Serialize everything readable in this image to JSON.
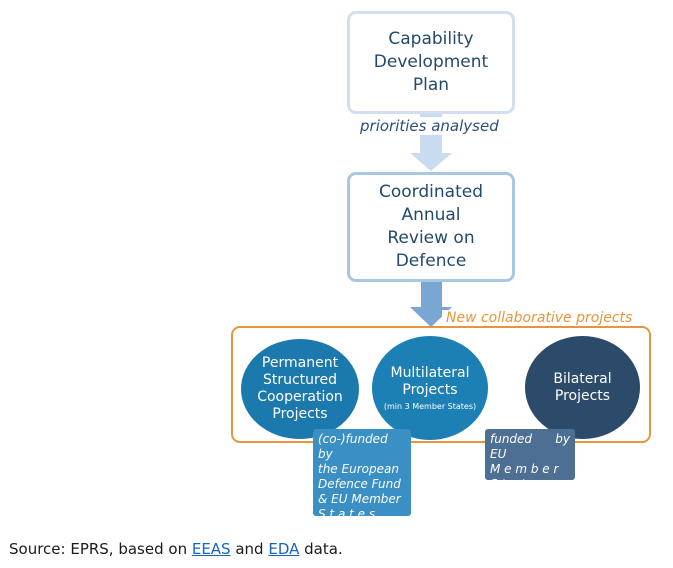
{
  "boxes": {
    "cdp": "Capability\nDevelopment\nPlan",
    "card": "Coordinated\nAnnual\nReview on\nDefence"
  },
  "arrow_labels": {
    "priorities": "priorities analysed",
    "new_projects": "New collaborative projects"
  },
  "circles": {
    "pesco": "Permanent\nStructured\nCooperation\nProjects",
    "multilateral": "Multilateral\nProjects",
    "multilateral_sub": "(min 3 Member States)",
    "bilateral": "Bilateral\nProjects"
  },
  "funding": {
    "eu_fund": "(co-)funded by\nthe European\nDefence Fund\n& EU Member\nS t a t e s",
    "member_states": "funded by EU\nM e m b e r\nS t a t e s"
  },
  "source": {
    "prefix": "Source: EPRS, based on ",
    "link1": "EEAS",
    "mid": " and ",
    "link2": "EDA",
    "suffix": " data."
  },
  "colors": {
    "box_border_light": "#d2dff0",
    "box_border": "#a8c7e4",
    "arrow_light": "#c9dbf0",
    "arrow_mid": "#7aa6d4",
    "orange": "#e8943a",
    "pesco_blue": "#1c79ad",
    "multi_blue": "#1d80b5",
    "bilateral_navy": "#2c4a69"
  }
}
